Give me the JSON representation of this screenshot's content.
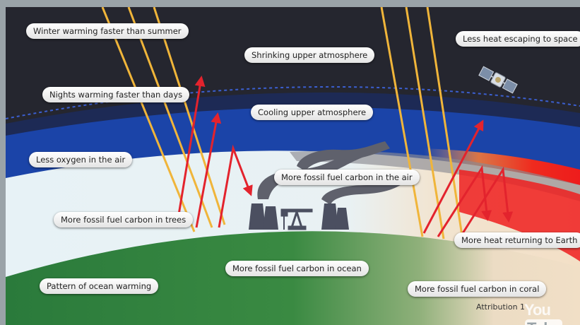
{
  "labels": {
    "winter": "Winter warming faster than summer",
    "less_heat": "Less heat escaping to space",
    "shrinking": "Shrinking upper atmosphere",
    "nights": "Nights warming faster than days",
    "cooling": "Cooling upper atmosphere",
    "oxygen": "Less oxygen in the air",
    "fossil_air": "More fossil fuel carbon in the air",
    "fossil_trees": "More fossil fuel carbon in trees",
    "heat_returning": "More heat returning to Earth",
    "fossil_ocean": "More fossil fuel carbon in ocean",
    "ocean_pattern": "Pattern of ocean warming",
    "fossil_coral": "More fossil fuel carbon in coral"
  },
  "attribution": "Attribution 1",
  "watermark": {
    "you": "You",
    "tube": "Tube"
  },
  "icons": {
    "satellite": "satellite-icon",
    "factory": "factory-icon",
    "oil_pump": "oil-pump-icon"
  },
  "colors": {
    "space": "#25262f",
    "upper_atmosphere": "#1b44a8",
    "lower_atmosphere": "#e6f1f5",
    "ground": "#2c7a3c",
    "sand": "#efdcc4",
    "sunlight": "#f0b53a",
    "heat_arrow": "#e3232d"
  }
}
